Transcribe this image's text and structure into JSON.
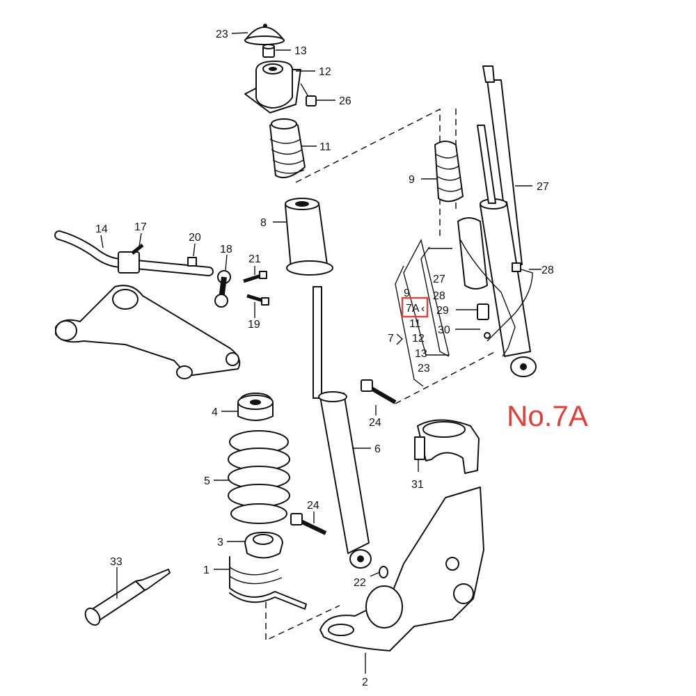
{
  "diagram": {
    "highlight_label": "No.7A",
    "accent_color": "#e0403c",
    "callouts": {
      "c1": "1",
      "c2": "2",
      "c3": "3",
      "c4": "4",
      "c5": "5",
      "c6": "6",
      "c8": "8",
      "c9": "9",
      "c11": "11",
      "c12": "12",
      "c13": "13",
      "c14": "14",
      "c17": "17",
      "c18": "18",
      "c19": "19",
      "c20": "20",
      "c21": "21",
      "c22": "22",
      "c23": "23",
      "c24a": "24",
      "c24b": "24",
      "c26": "26",
      "c27": "27",
      "c28": "28",
      "c29": "29",
      "c30": "30",
      "c31": "31",
      "c33": "33"
    },
    "kit": {
      "group_label": "7",
      "highlighted_item": "7A",
      "items": [
        "9",
        "11",
        "12",
        "13",
        "23"
      ],
      "sub_items": [
        "27",
        "28"
      ]
    }
  }
}
